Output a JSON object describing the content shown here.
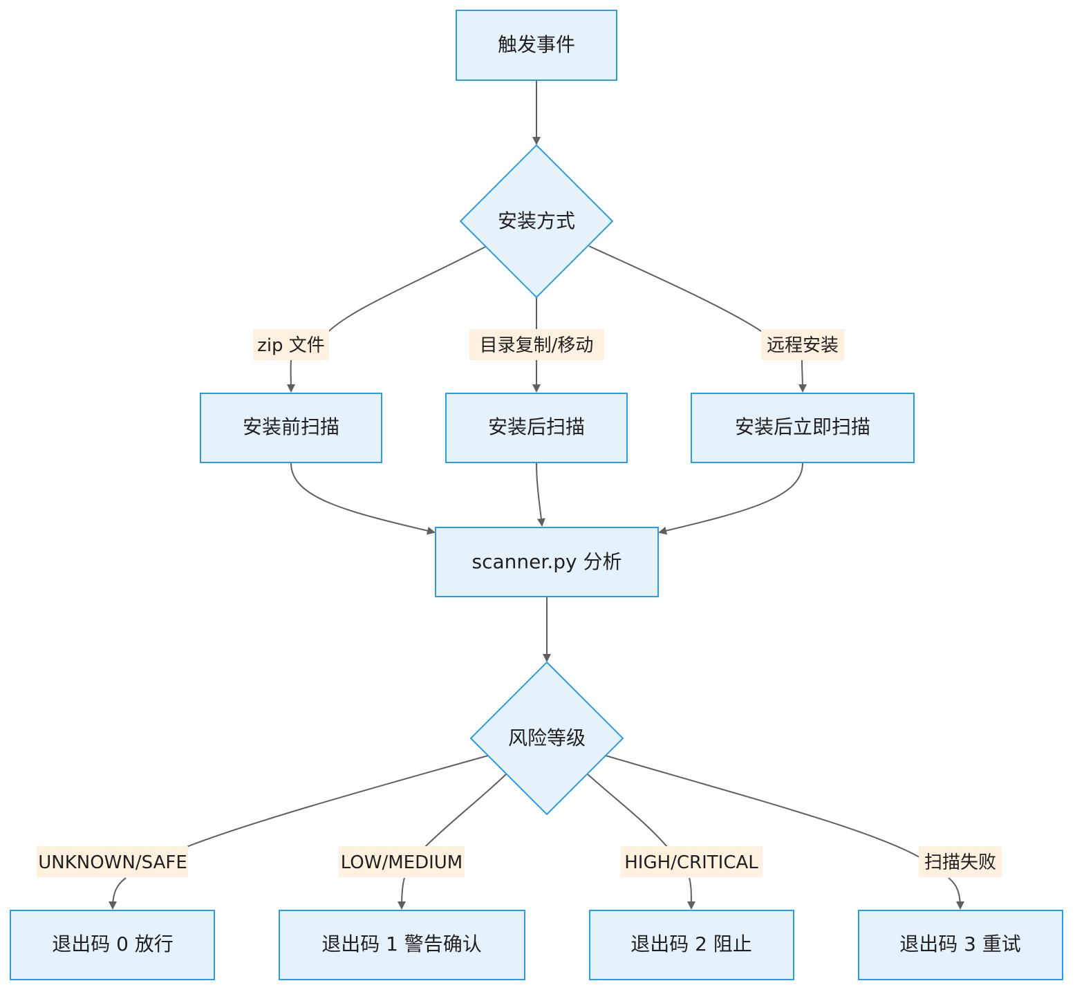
{
  "nodes": {
    "trigger": "触发事件",
    "install_method": "安装方式",
    "pre_scan": "安装前扫描",
    "post_scan": "安装后扫描",
    "post_scan_immediate": "安装后立即扫描",
    "scanner": "scanner.py 分析",
    "risk_level": "风险等级",
    "exit0": "退出码 0 放行",
    "exit1": "退出码 1 警告确认",
    "exit2": "退出码 2 阻止",
    "exit3": "退出码 3 重试"
  },
  "edge_labels": {
    "zip": "zip 文件",
    "dir_copy": "目录复制/移动",
    "remote": "远程安装",
    "unknown_safe": "UNKNOWN/SAFE",
    "low_medium": "LOW/MEDIUM",
    "high_critical": "HIGH/CRITICAL",
    "scan_failed": "扫描失败"
  },
  "colors": {
    "node_fill": "#e6f2fb",
    "node_stroke": "#2b9be6",
    "edge": "#5f5f5f",
    "label_bg": "#fff1df"
  }
}
